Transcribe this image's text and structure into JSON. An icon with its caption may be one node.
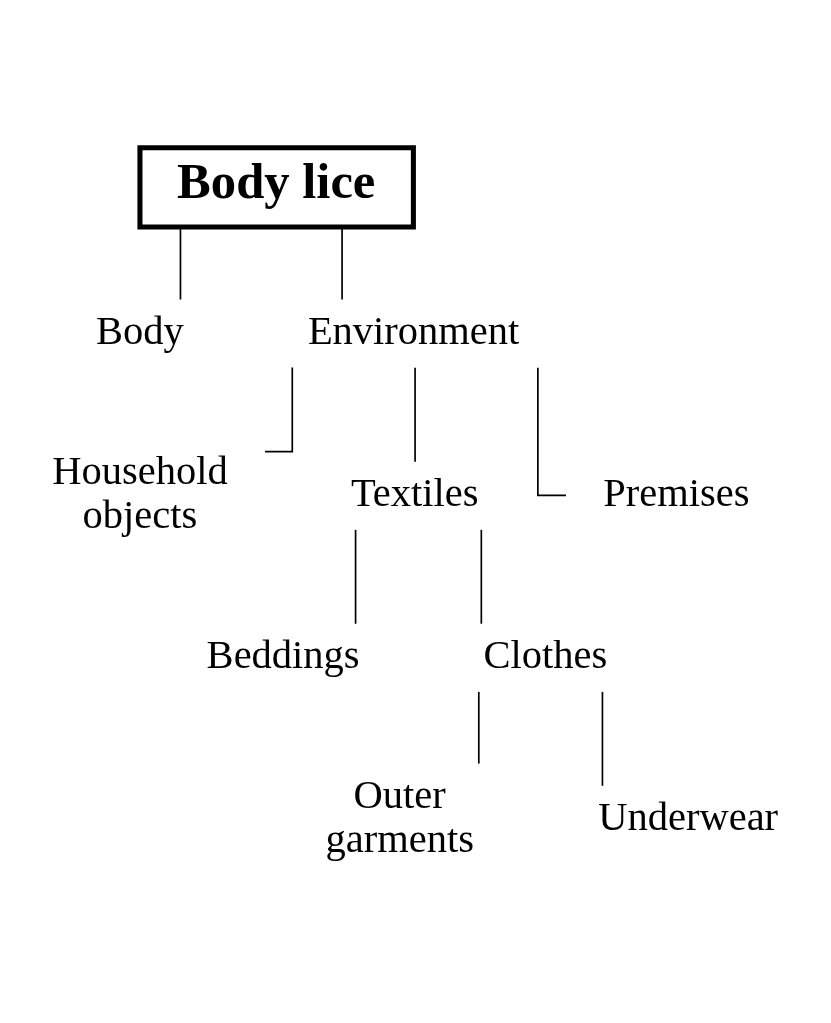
{
  "diagram": {
    "nodes": [
      {
        "text": [
          "Body lice"
        ]
      },
      {
        "text": [
          "Body"
        ]
      },
      {
        "text": [
          "Environment"
        ]
      },
      {
        "text": [
          "Household objects"
        ]
      },
      {
        "text": [
          "Textiles"
        ]
      },
      {
        "text": [
          "Premises"
        ]
      },
      {
        "text": [
          "Beddings"
        ]
      },
      {
        "text": [
          "Clothes"
        ]
      },
      {
        "text": [
          "Outer garments"
        ]
      },
      {
        "text": [
          "Underwear"
        ]
      }
    ],
    "edges": [
      {
        "from": 0,
        "to": 1,
        "arrow": "none"
      },
      {
        "from": 0,
        "to": 2,
        "arrow": "none"
      },
      {
        "from": 2,
        "to": 3,
        "arrow": "none"
      },
      {
        "from": 2,
        "to": 4,
        "arrow": "none"
      },
      {
        "from": 2,
        "to": 5,
        "arrow": "none"
      },
      {
        "from": 4,
        "to": 6,
        "arrow": "none"
      },
      {
        "from": 4,
        "to": 7,
        "arrow": "none"
      },
      {
        "from": 7,
        "to": 8,
        "arrow": "none"
      },
      {
        "from": 7,
        "to": 9,
        "arrow": "none"
      }
    ]
  }
}
